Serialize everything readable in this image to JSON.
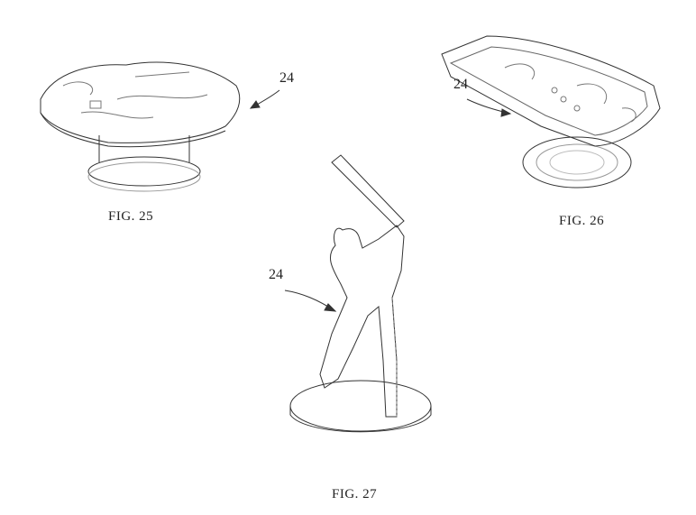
{
  "figures": [
    {
      "caption": "FIG. 25",
      "reference": "24"
    },
    {
      "caption": "FIG. 26",
      "reference": "24"
    },
    {
      "caption": "FIG. 27",
      "reference": "24"
    }
  ]
}
